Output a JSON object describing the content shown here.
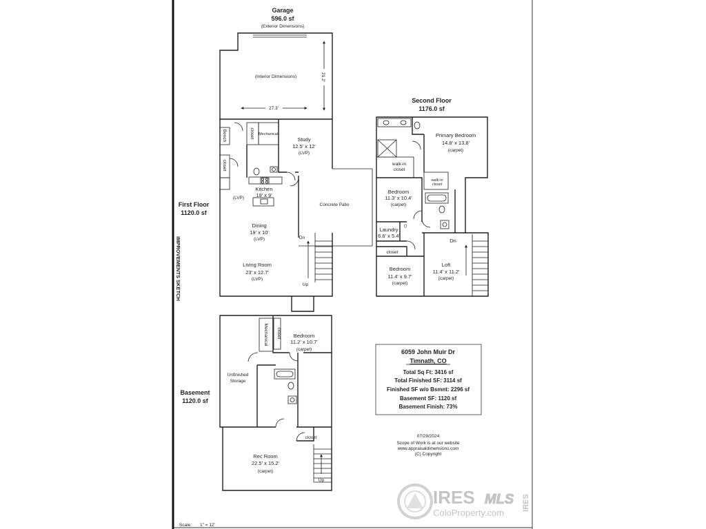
{
  "sketch_label": "IMPROVEMENTS SKETCH",
  "garage": {
    "title": "Garage",
    "area": "596.0 sf",
    "exterior_note": "(Exterior Dimensions)",
    "interior_note": "(Interior Dimensions)",
    "depth": "21.2'",
    "width": "27.3'"
  },
  "first_floor": {
    "title": "First Floor",
    "area": "1120.0 sf",
    "bench": "Bench",
    "closet_hall": "closet",
    "mechanical": "Mechanical",
    "closet_entry": "closet",
    "study": {
      "name": "Study",
      "dims": "12.5' x 12'",
      "floor": "(LVP)"
    },
    "kitchen": {
      "name": "Kitchen",
      "dims": "19' x 9'",
      "floor": "(LVP)"
    },
    "dining": {
      "name": "Dining",
      "dims": "19' x 10'",
      "floor": "(LVP)"
    },
    "living": {
      "name": "Living Room",
      "dims": "23' x 12.7'",
      "floor": "(LVP)"
    },
    "patio": "Concrete Patio",
    "stairs_down": "Dn",
    "stairs_up": "Up"
  },
  "second_floor": {
    "title": "Second Floor",
    "area": "1176.0 sf",
    "primary_bedroom": {
      "name": "Primary Bedroom",
      "dims": "14.8' x 13.8'",
      "floor": "(carpet)"
    },
    "walk_in_1": {
      "line1": "walk-in",
      "line2": "closet"
    },
    "walk_in_2": {
      "line1": "walk-in",
      "line2": "closet"
    },
    "bedroom_1": {
      "name": "Bedroom",
      "dims": "11.3' x 10.4'",
      "floor": "(carpet)"
    },
    "laundry": {
      "name": "Laundry",
      "dims": "6.6' x 5.4'"
    },
    "laundry_closet": "Cl",
    "closet": "closet",
    "bedroom_2": {
      "name": "Bedroom",
      "dims": "11.4' x 9.7'",
      "floor": "(carpet)"
    },
    "loft": {
      "name": "Loft",
      "dims": "11.4' x 11.2'",
      "floor": "(carpet)"
    },
    "stairs_down": "Dn"
  },
  "basement": {
    "title": "Basement",
    "area": "1120.0 sf",
    "mechanical": "Mechanical",
    "closet_bedroom": "closet",
    "bedroom": {
      "name": "Bedroom",
      "dims": "11.2' x 10.7'",
      "floor": "(carpet)"
    },
    "storage": {
      "line1": "Unfinished",
      "line2": "Storage"
    },
    "closet_rec": "closet",
    "rec_room": {
      "name": "Rec Room",
      "dims": "22.5' x 15.2'",
      "floor": "(carpet)"
    },
    "stairs_up": "Up"
  },
  "summary": {
    "address": "6059 John Muir Dr",
    "city": "Timnath, CO",
    "total": "Total Sq Ft: 3416 sf",
    "finished": "Total Finished SF: 3114 sf",
    "finished_wo_basement": "Finished SF w/o Bsmnt: 2296 sf",
    "basement": "Basement SF: 1120 sf",
    "basement_finish": "Basement Finish: 73%"
  },
  "credits": {
    "date": "07/29/2024",
    "scope": "Scope of Work is at our website",
    "website": "www.appraisaldimensions.com",
    "copyright": "(C) Copyright"
  },
  "scale": {
    "label": "Scale:",
    "value": "1\" = 12'"
  },
  "watermark": {
    "brand": "IRES",
    "mls": "MLS",
    "site": "ColoProperty.com",
    "side": "IRES"
  }
}
